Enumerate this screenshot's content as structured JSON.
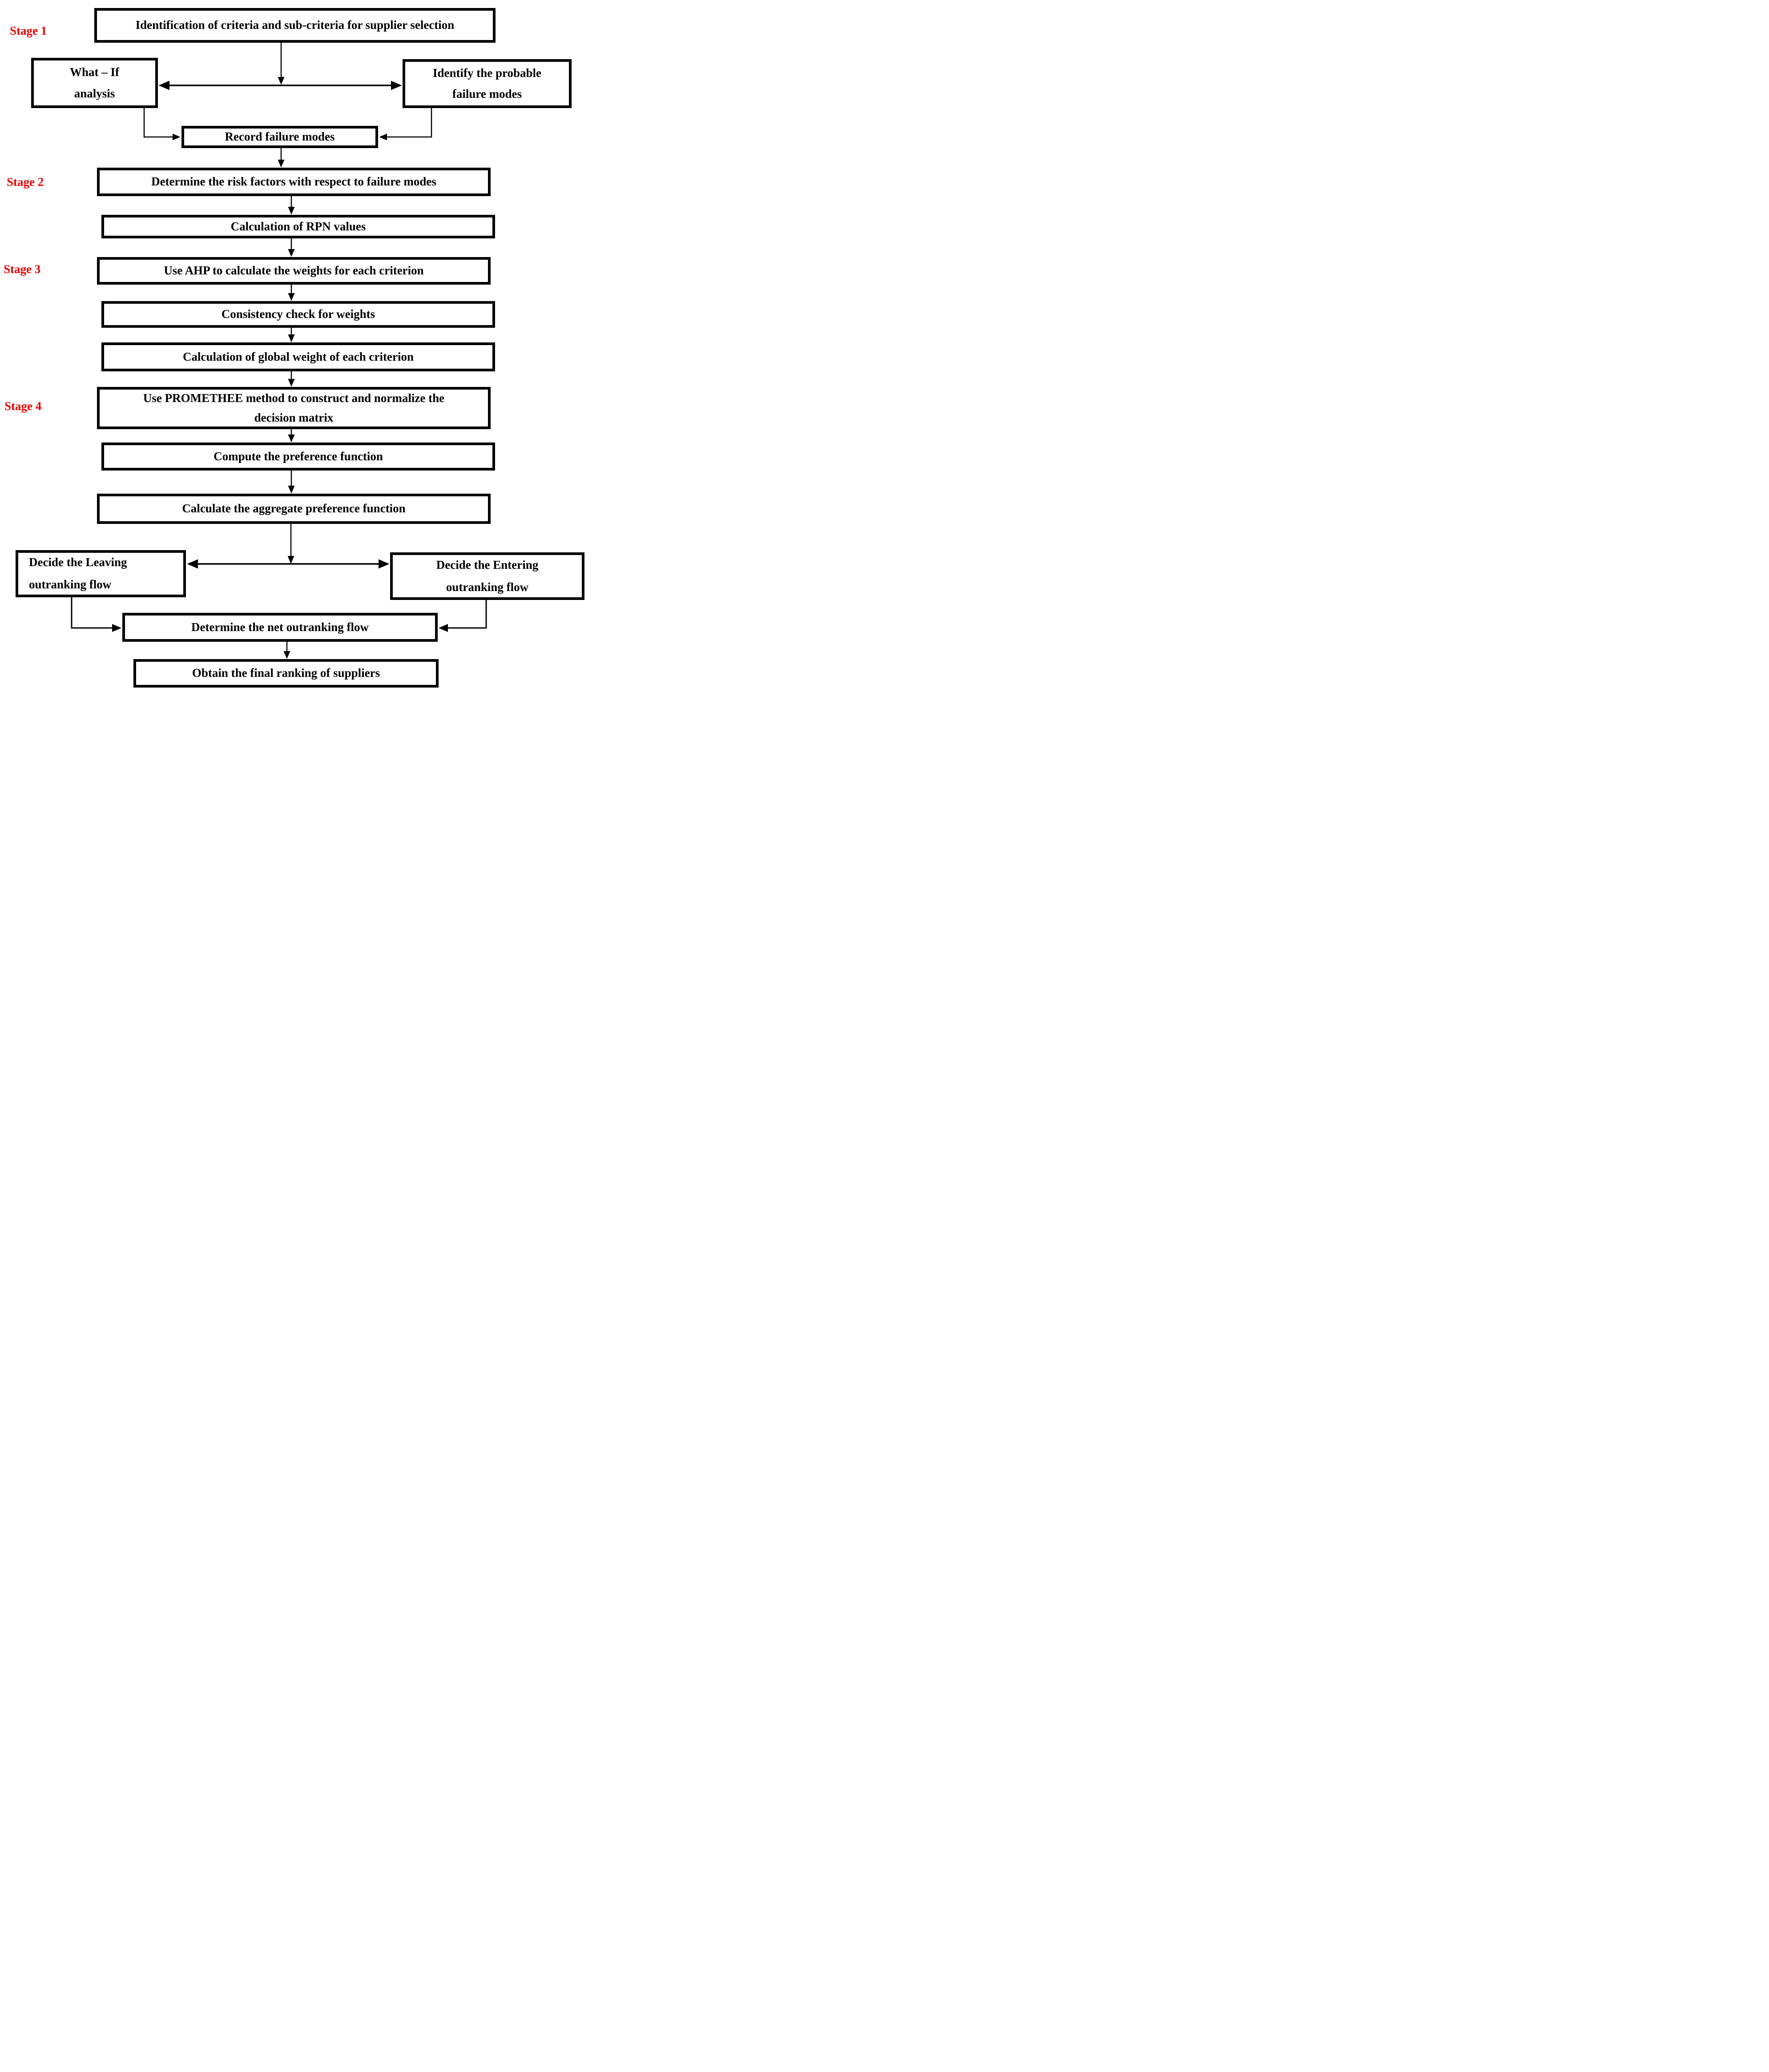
{
  "diagram": {
    "stages": [
      {
        "label": "Stage 1"
      },
      {
        "label": "Stage 2"
      },
      {
        "label": "Stage 3"
      },
      {
        "label": "Stage 4"
      }
    ],
    "nodes": {
      "identification": {
        "label": "Identification of criteria and sub-criteria for supplier selection"
      },
      "what_if": {
        "label": "What – If\nanalysis"
      },
      "identify_failure": {
        "label": "Identify the probable\nfailure modes"
      },
      "record_failure": {
        "label": "Record failure modes"
      },
      "risk_factors": {
        "label": "Determine the risk factors with respect to failure modes"
      },
      "rpn": {
        "label": "Calculation of RPN values"
      },
      "ahp_weights": {
        "label": "Use AHP to calculate the weights for each criterion"
      },
      "consistency": {
        "label": "Consistency check for weights"
      },
      "global_weight": {
        "label": "Calculation of global weight of each criterion"
      },
      "promethee": {
        "label": "Use PROMETHEE method to construct and normalize the\ndecision matrix"
      },
      "preference": {
        "label": "Compute the preference function"
      },
      "aggregate": {
        "label": "Calculate the aggregate preference function"
      },
      "leaving": {
        "label": "Decide the Leaving\noutranking flow"
      },
      "entering": {
        "label": "Decide the Entering\noutranking flow"
      },
      "net_flow": {
        "label": "Determine the net outranking flow"
      },
      "final_ranking": {
        "label": "Obtain the final ranking of suppliers"
      }
    },
    "colors": {
      "stage_label": "#ee0000",
      "box_border": "#000000",
      "arrow": "#000000",
      "background": "#ffffff"
    }
  }
}
